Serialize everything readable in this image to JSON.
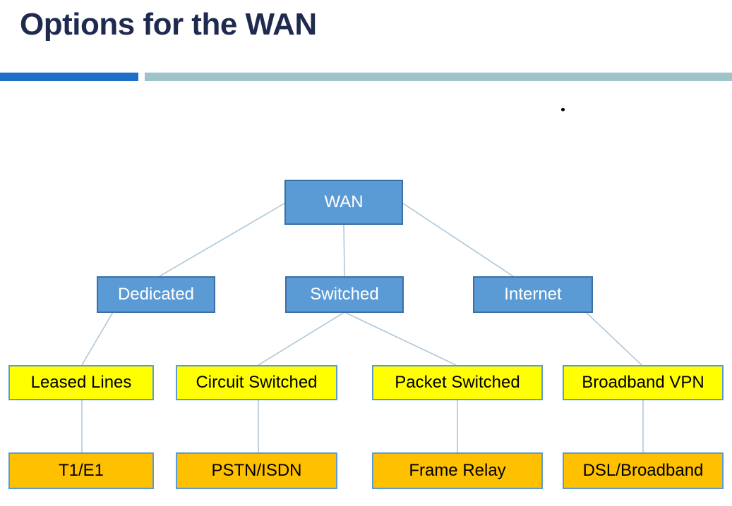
{
  "title": "Options for the WAN",
  "colors": {
    "title": "#1f2a4f",
    "accent_bar": "#1f6fc8",
    "rule_bar": "#9ec3c9",
    "level1": "#5b9bd5",
    "level2": "#ffff00",
    "level3": "#ffc000",
    "connector": "#a9c4d8"
  },
  "diagram": {
    "root": {
      "label": "WAN"
    },
    "level1": [
      {
        "label": "Dedicated"
      },
      {
        "label": "Switched"
      },
      {
        "label": "Internet"
      }
    ],
    "level2": [
      {
        "label": "Leased Lines",
        "parent": "Dedicated"
      },
      {
        "label": "Circuit Switched",
        "parent": "Switched"
      },
      {
        "label": "Packet Switched",
        "parent": "Switched"
      },
      {
        "label": "Broadband VPN",
        "parent": "Internet"
      }
    ],
    "level3": [
      {
        "label": "T1/E1",
        "parent": "Leased Lines"
      },
      {
        "label": "PSTN/ISDN",
        "parent": "Circuit Switched"
      },
      {
        "label": "Frame Relay",
        "parent": "Packet Switched"
      },
      {
        "label": "DSL/Broadband",
        "parent": "Broadband VPN"
      }
    ]
  }
}
